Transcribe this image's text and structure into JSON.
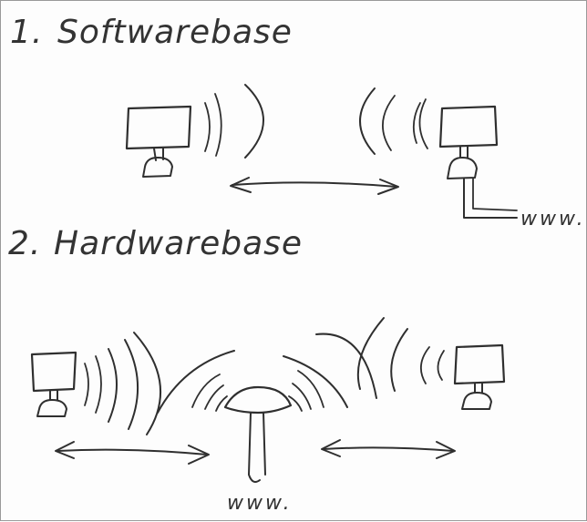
{
  "sections": [
    {
      "number": "1.",
      "title": "Softwarebase",
      "www_label": "www."
    },
    {
      "number": "2.",
      "title": "Hardwarebase",
      "www_label": "www."
    }
  ],
  "colors": {
    "ink": "#2f2f2f",
    "paper": "#fdfdfd",
    "border": "#9a9a9a"
  }
}
